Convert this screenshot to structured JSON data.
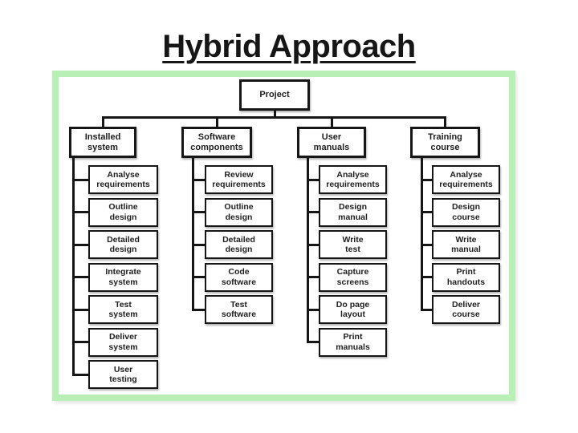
{
  "title": "Hybrid Approach",
  "colors": {
    "frame_green": "#b7efb4",
    "box_border": "#161616",
    "text": "#1e1e1e"
  },
  "diagram": {
    "root": {
      "label": "Project"
    },
    "branches": [
      {
        "label": "Installed\nsystem",
        "children": [
          "Analyse\nrequirements",
          "Outline\ndesign",
          "Detailed\ndesign",
          "Integrate\nsystem",
          "Test\nsystem",
          "Deliver\nsystem",
          "User\ntesting"
        ]
      },
      {
        "label": "Software\ncomponents",
        "children": [
          "Review\nrequirements",
          "Outline\ndesign",
          "Detailed\ndesign",
          "Code\nsoftware",
          "Test\nsoftware"
        ]
      },
      {
        "label": "User\nmanuals",
        "children": [
          "Analyse\nrequirements",
          "Design\nmanual",
          "Write\ntest",
          "Capture\nscreens",
          "Do page\nlayout",
          "Print\nmanuals"
        ]
      },
      {
        "label": "Training\ncourse",
        "children": [
          "Analyse\nrequirements",
          "Design\ncourse",
          "Write\nmanual",
          "Print\nhandouts",
          "Deliver\ncourse"
        ]
      }
    ]
  }
}
